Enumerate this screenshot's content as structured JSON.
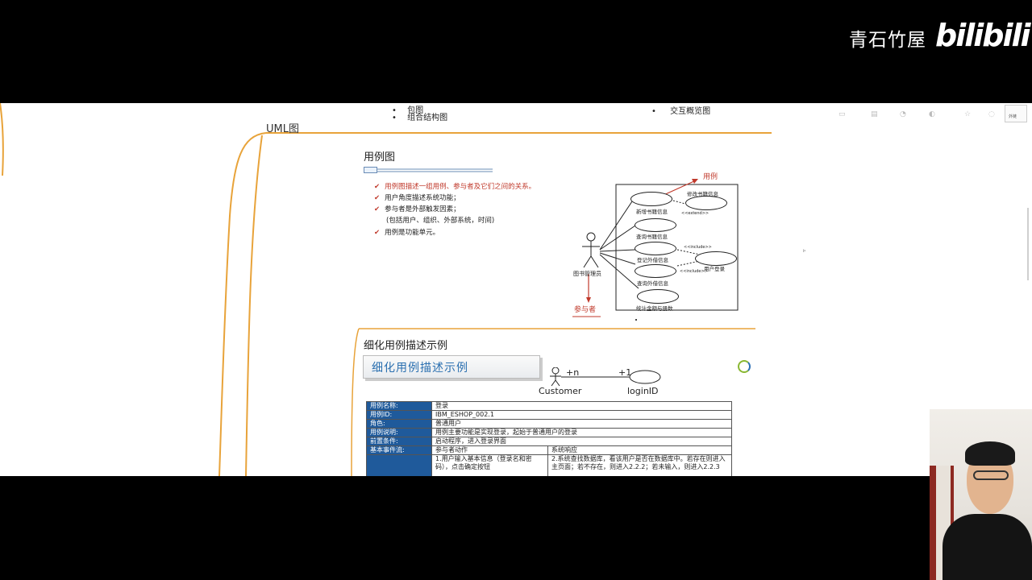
{
  "watermark": {
    "channel": "青石竹屋",
    "brand": "bilibili"
  },
  "mindmap": {
    "top_items_left": [
      "包图",
      "组合结构图"
    ],
    "top_item_right": "交互概览图",
    "uml_topic": "UML图"
  },
  "usecase_card": {
    "title": "用例图",
    "bullets": [
      {
        "text": "用例图描述一组用例、参与者及它们之间的关系。",
        "highlight": true
      },
      {
        "text": "用户角度描述系统功能；",
        "highlight": false
      },
      {
        "text": "参与者是外部触发因素；",
        "highlight": false
      },
      {
        "text": "(包括用户、组织、外部系统，时间)",
        "highlight": false,
        "indent": true
      },
      {
        "text": "用例是功能单元。",
        "highlight": false
      }
    ],
    "diagram": {
      "usecase_callout": "用例",
      "actor_callout": "参与者",
      "actor_name": "图书管理员",
      "cases": [
        "新增书籍信息",
        "修改书籍信息",
        "查询书籍信息",
        "登记外借信息",
        "用户登录",
        "查询外借信息",
        "统计金额与册数"
      ],
      "stereotypes": [
        "<<extend>>",
        "<<include>>",
        "<<include>>"
      ]
    }
  },
  "detail_card": {
    "title": "细化用例描述示例",
    "banner": "细化用例描述示例",
    "assoc": {
      "left_mult": "+n",
      "right_mult": "+1",
      "actor": "Customer",
      "usecase": "loginID"
    },
    "table": {
      "rows": [
        {
          "key": "用例名称:",
          "value": "登录"
        },
        {
          "key": "用例ID:",
          "value": "IBM_ESHOP_002.1"
        },
        {
          "key": "角色:",
          "value": "普通用户"
        },
        {
          "key": "用例说明:",
          "value": "用例主要功能是实现登录，起始于普通用户的登录"
        },
        {
          "key": "前置条件:",
          "value": "启动程序，进入登录界面"
        }
      ],
      "flow_key": "基本事件流:",
      "flow_headers": [
        "参与者动作",
        "系统响应"
      ],
      "flow_row": [
        "1.用户输入基本信息（登录名和密码），点击确定按钮",
        "2.系统查找数据库，看该用户是否在数据库中。若存在则进入主页面；若不存在，则进入2.2.2；若未输入，则进入2.2.3"
      ]
    }
  },
  "toolbar": {
    "tip_label": "外链"
  },
  "colors": {
    "branch": "#e8a33a",
    "table_key": "#1f5a9b",
    "red": "#c0392b",
    "banner_text": "#2a6fb0"
  }
}
